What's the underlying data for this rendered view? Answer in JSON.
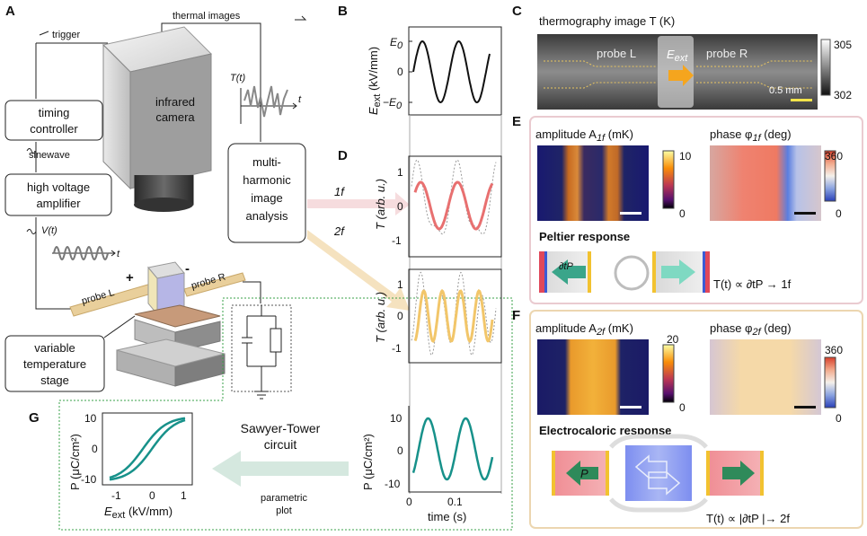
{
  "panels": {
    "A": "A",
    "B": "B",
    "C": "C",
    "D": "D",
    "E": "E",
    "F": "F",
    "G": "G"
  },
  "setup": {
    "trigger": "trigger",
    "thermal_images": "thermal images",
    "timing_controller_1": "timing",
    "timing_controller_2": "controller",
    "sinewave": "sinewave",
    "hv_amp_1": "high voltage",
    "hv_amp_2": "amplifier",
    "vt": "V(t)",
    "t": "t",
    "camera_1": "infrared",
    "camera_2": "camera",
    "tt": "T(t)",
    "analysis_1": "multi-",
    "analysis_2": "harmonic",
    "analysis_3": "image",
    "analysis_4": "analysis",
    "plus": "+",
    "minus": "-",
    "probe_l": "probe L",
    "probe_r": "probe R",
    "stage_1": "variable",
    "stage_2": "temperature",
    "stage_3": "stage",
    "f1": "1f",
    "f2": "2f"
  },
  "panel_b": {
    "ylabel": "E",
    "ylabel_sub": "ext",
    "ylabel_unit": " (kV/mm)",
    "ticks": [
      "E",
      "0",
      "−E"
    ],
    "tick_sub": "0"
  },
  "panel_c": {
    "title": "thermography image T (K)",
    "probe_l": "probe L",
    "probe_r": "probe R",
    "eext": "E",
    "eext_sub": "ext",
    "scale": "0.5 mm",
    "cbar_max": "305",
    "cbar_min": "302"
  },
  "panel_d": {
    "ylabel_t": "T (arb. u.)",
    "ylabel_p": "P (μC/cm²)",
    "xlabel": "time (s)",
    "t_ticks": [
      "1",
      "0",
      "-1"
    ],
    "p_ticks": [
      "10",
      "0",
      "-10"
    ],
    "x_ticks": [
      "0",
      "0.1"
    ]
  },
  "panel_e": {
    "amp_title": "amplitude A",
    "amp_sub": "1f",
    "amp_unit": " (mK)",
    "amp_max": "10",
    "amp_min": "0",
    "phase_title": "phase φ",
    "phase_sub": "1f",
    "phase_unit": " (deg)",
    "phase_max": "360",
    "phase_min": "0",
    "response": "Peltier response",
    "dtp": "∂tP",
    "formula": "T(t) ∝ ∂tP → 1f"
  },
  "panel_f": {
    "amp_title": "amplitude A",
    "amp_sub": "2f",
    "amp_unit": " (mK)",
    "amp_max": "20",
    "amp_min": "0",
    "phase_title": "phase φ",
    "phase_sub": "2f",
    "phase_unit": " (deg)",
    "phase_max": "360",
    "phase_min": "0",
    "response": "Electrocaloric response",
    "p": "P",
    "formula": "T(t) ∝ |∂tP |→ 2f"
  },
  "panel_g": {
    "ylabel": "P (μC/cm²)",
    "xlabel": "E",
    "xlabel_sub": "ext",
    "xlabel_unit": " (kV/mm)",
    "y_ticks": [
      "10",
      "0",
      "-10"
    ],
    "x_ticks": [
      "-1",
      "0",
      "1"
    ],
    "sawyer_1": "Sawyer-Tower",
    "sawyer_2": "circuit",
    "parametric_1": "parametric",
    "parametric_2": "plot"
  },
  "colors": {
    "e_signal": "#111111",
    "t1f": "#e87070",
    "t2f": "#f2c66a",
    "p_signal": "#17918a",
    "frame_e": "#eacbd0",
    "frame_f": "#ecd6b0",
    "dotted_green": "#3aa04a"
  }
}
